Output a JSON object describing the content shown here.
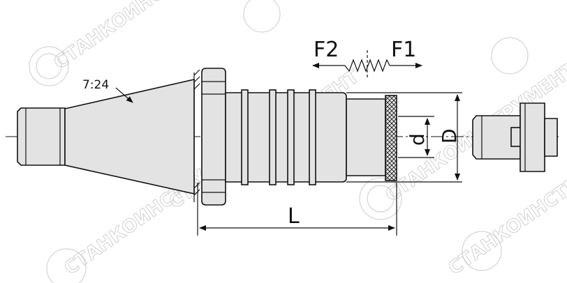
{
  "drawing": {
    "taper_label": "7:24",
    "force_left": "F2",
    "force_right": "F1",
    "dim_length": "L",
    "dim_inner_diameter": "d",
    "dim_outer_diameter": "D",
    "watermark": "СТАНКОИНСТРУМЕНТ"
  },
  "colors": {
    "line": "#111111",
    "fill": "#e3e3e3",
    "watermark": "#cccccc"
  }
}
